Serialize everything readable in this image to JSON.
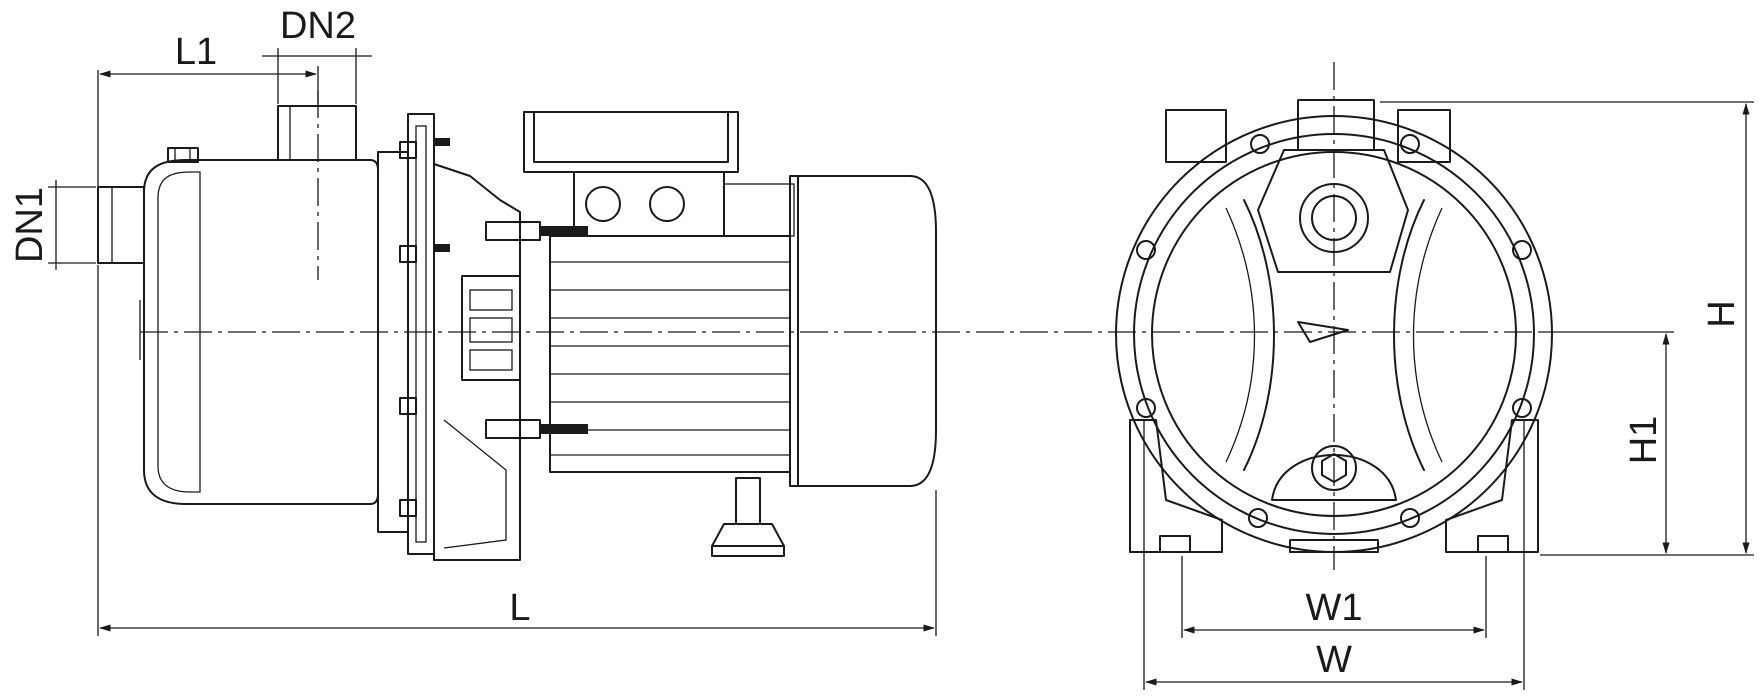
{
  "drawing": {
    "labels": {
      "L": "L",
      "L1": "L1",
      "DN1": "DN1",
      "DN2": "DN2",
      "W": "W",
      "W1": "W1",
      "H": "H",
      "H1": "H1"
    }
  }
}
